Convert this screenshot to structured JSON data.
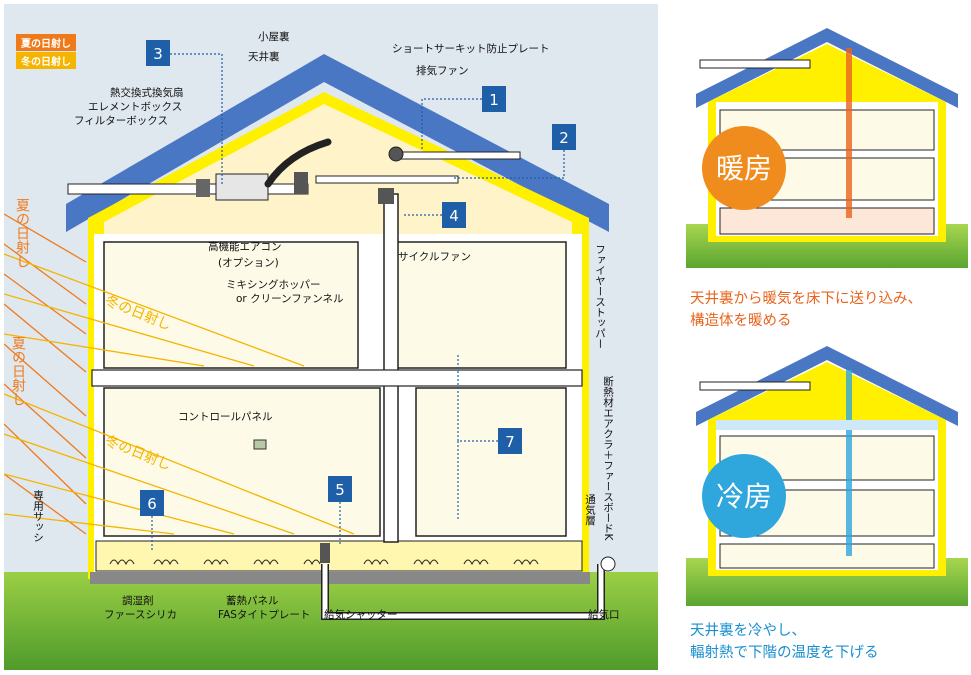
{
  "legend": {
    "summer": "夏の日射し",
    "winter": "冬の日射し",
    "summer_color": "#f07a1a",
    "winter_color": "#f5b400"
  },
  "labels": {
    "koyaura": "小屋裏",
    "tenjoura": "天井裏",
    "short_plate": "ショートサーキット防止プレート",
    "exhaust_fan": "排気ファン",
    "heat_exchanger": "熱交換式換気扇",
    "element_box": "エレメントボックス",
    "filter_box": "フィルターボックス",
    "aircon": "高機能エアコン",
    "aircon_opt": "(オプション)",
    "cycle_fan": "サイクルファン",
    "mixing1": "ミキシングホッパー",
    "mixing2": "or クリーンファンネル",
    "control_panel": "コントロールパネル",
    "humidity1": "調湿剤",
    "humidity2": "ファースシリカ",
    "storage1": "蓄熱パネル",
    "storage2": "FASタイトプレート",
    "supply_shutter": "給気シャッター",
    "supply_port": "給気口",
    "fire_stopper": "ファイヤーストッパー",
    "insulation": "断熱材エアクラ＋ファースボードK",
    "vent_layer": "通気層",
    "sash": "専用サッシ",
    "summer_sun": "夏の日射し",
    "winter_sun": "冬の日射し"
  },
  "numbers": [
    "1",
    "2",
    "3",
    "4",
    "5",
    "6",
    "7"
  ],
  "heating": {
    "badge": "暖房",
    "badge_color": "#f08c1e",
    "caption_line1": "天井裏から暖気を床下に送り込み、",
    "caption_line2": "構造体を暖める",
    "caption_color": "#e8641e"
  },
  "cooling": {
    "badge": "冷房",
    "badge_color": "#2fa6dc",
    "caption_line1": "天井裏を冷やし、",
    "caption_line2": "輻射熱で下階の温度を下げる",
    "caption_color": "#1a8fd0"
  }
}
